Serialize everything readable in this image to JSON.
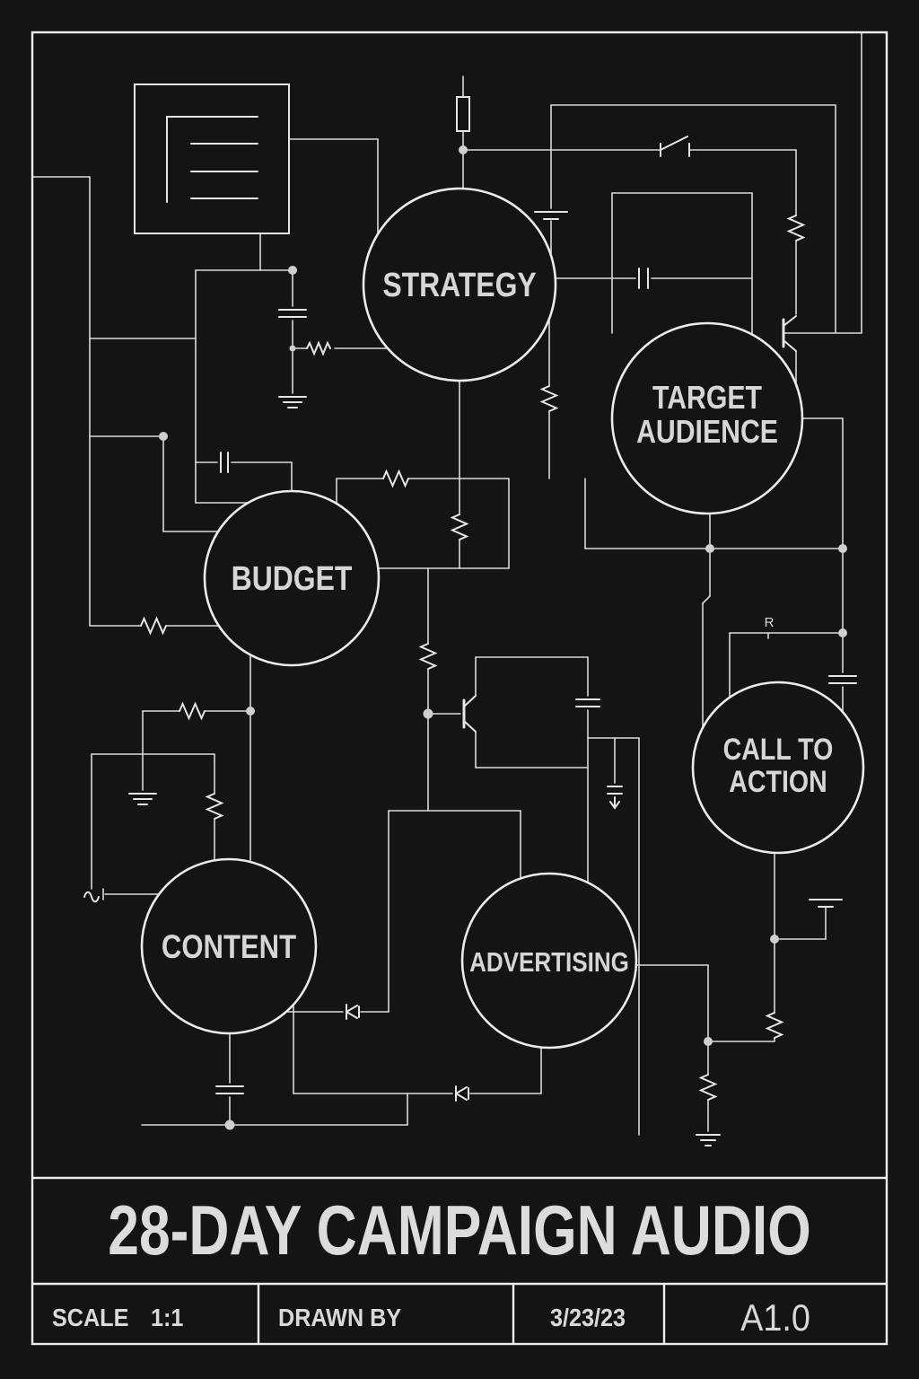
{
  "poster": {
    "title": "28-DAY CAMPAIGN AUDIO",
    "title_block": {
      "scale_label": "SCALE",
      "scale_value": "1:1",
      "drawn_by_label": "DRAWN BY",
      "date": "3/23/23",
      "sheet_number": "A1.0"
    }
  },
  "nodes": {
    "strategy": {
      "label": "STRATEGY"
    },
    "target_audience": {
      "line1": "TARGET",
      "line2": "AUDIENCE"
    },
    "budget": {
      "label": "BUDGET"
    },
    "call_to_action": {
      "line1": "CALL TO",
      "line2": "ACTION"
    },
    "content": {
      "label": "CONTENT"
    },
    "advertising": {
      "label": "ADVERTISING"
    }
  },
  "annotations": {
    "component_ref": "R"
  },
  "colors": {
    "background": "#141414",
    "wire": "#d9d9d9",
    "frame": "#ededed",
    "text": "#d6d6d6"
  },
  "icons": [
    "document-icon",
    "resistor-icon",
    "capacitor-icon",
    "battery-icon",
    "ground-icon",
    "diode-icon",
    "switch-icon",
    "transistor-icon",
    "junction-dot"
  ]
}
